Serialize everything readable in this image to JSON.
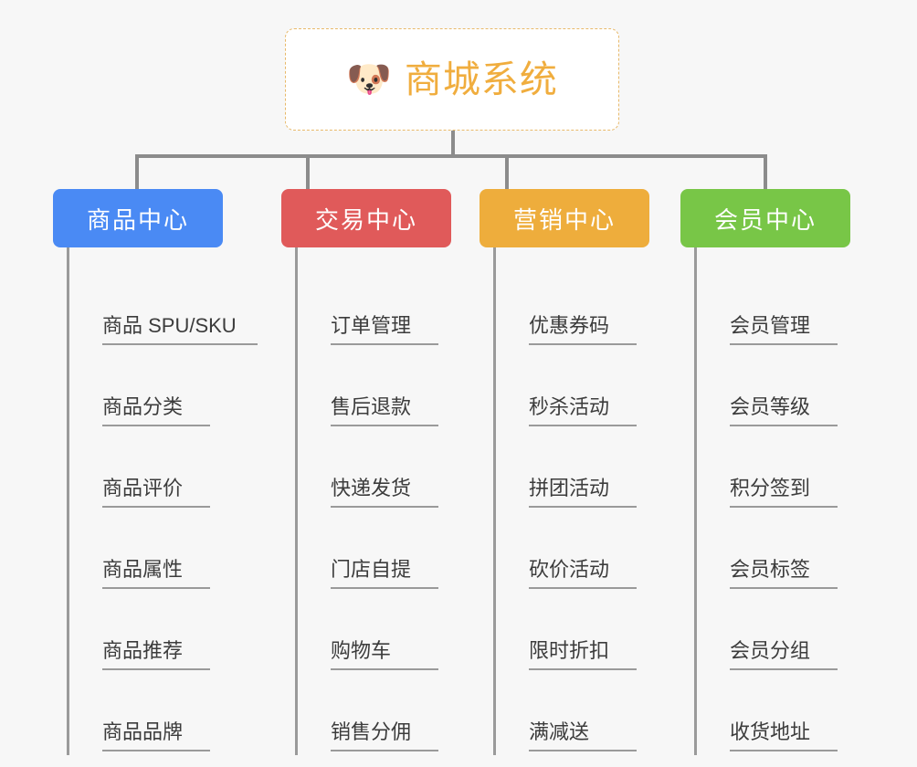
{
  "diagram": {
    "type": "mind-map",
    "background_color": "#f7f7f7",
    "root": {
      "title": "商城系统",
      "icon": "dog-face-emoji",
      "icon_glyph": "🐶",
      "text_color": "#f0ad3e",
      "border_color": "#e8b96a",
      "background_color": "#ffffff"
    },
    "connector_color": "#8c8c8c",
    "leaf_text_color": "#3c3c3c",
    "leaf_rule_color": "#9a9a9a",
    "branches": [
      {
        "label": "商品中心",
        "color": "#4a8af4",
        "leaves": [
          {
            "label": "商品 SPU/SKU"
          },
          {
            "label": "商品分类"
          },
          {
            "label": "商品评价"
          },
          {
            "label": "商品属性"
          },
          {
            "label": "商品推荐"
          },
          {
            "label": "商品品牌"
          }
        ]
      },
      {
        "label": "交易中心",
        "color": "#e05a5a",
        "leaves": [
          {
            "label": "订单管理"
          },
          {
            "label": "售后退款"
          },
          {
            "label": "快递发货"
          },
          {
            "label": "门店自提"
          },
          {
            "label": "购物车"
          },
          {
            "label": "销售分佣"
          }
        ]
      },
      {
        "label": "营销中心",
        "color": "#eead3c",
        "leaves": [
          {
            "label": "优惠券码"
          },
          {
            "label": "秒杀活动"
          },
          {
            "label": "拼团活动"
          },
          {
            "label": "砍价活动"
          },
          {
            "label": "限时折扣"
          },
          {
            "label": "满减送"
          }
        ]
      },
      {
        "label": "会员中心",
        "color": "#78c647",
        "leaves": [
          {
            "label": "会员管理"
          },
          {
            "label": "会员等级"
          },
          {
            "label": "积分签到"
          },
          {
            "label": "会员标签"
          },
          {
            "label": "会员分组"
          },
          {
            "label": "收货地址"
          }
        ]
      }
    ]
  }
}
